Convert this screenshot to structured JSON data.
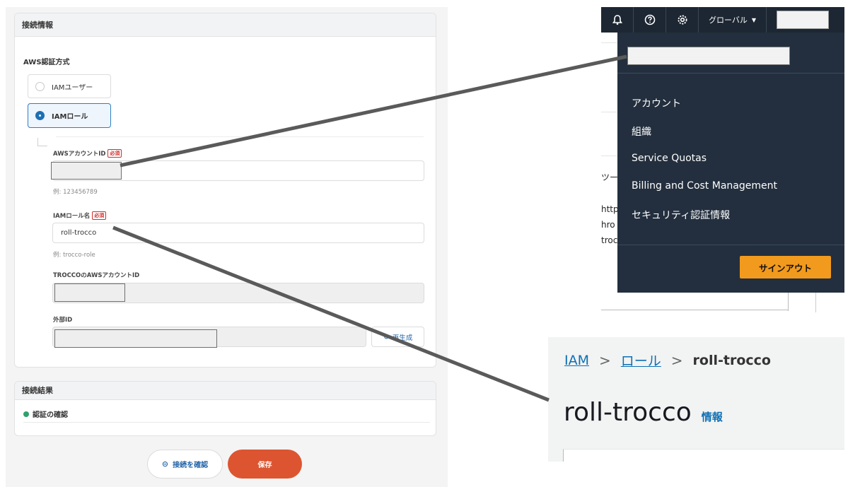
{
  "left": {
    "connection_header": "接続情報",
    "auth_method_label": "AWS認証方式",
    "auth_options": [
      {
        "label": "IAMユーザー",
        "selected": false
      },
      {
        "label": "IAMロール",
        "selected": true
      }
    ],
    "account_id": {
      "label": "AWSアカウントID",
      "required": "必須",
      "hint": "例: 123456789"
    },
    "role_name": {
      "label": "IAMロール名",
      "required": "必須",
      "value": "roll-trocco",
      "hint": "例: trocco-role"
    },
    "trocco_account_label": "TROCCOのAWSアカウントID",
    "external_id_label": "外部ID",
    "regenerate_label": "再生成",
    "result_header": "接続結果",
    "auth_check_label": "認証の確認",
    "confirm_button": "接続を確認",
    "save_button": "保存"
  },
  "aws_menu": {
    "region_label": "グローバル",
    "items": [
      "アカウント",
      "組織",
      "Service Quotas",
      "Billing and Cost Management",
      "セキュリティ認証情報"
    ],
    "signout_label": "サインアウト",
    "background_fragments": [
      "ツー",
      "http",
      "hro",
      "troc"
    ]
  },
  "iam": {
    "breadcrumb": [
      "IAM",
      "ロール",
      "roll-trocco"
    ],
    "title": "roll-trocco",
    "info_label": "情報"
  },
  "colors": {
    "accent_blue": "#2566a8",
    "save_orange": "#dc5530",
    "aws_navy": "#232f3e",
    "aws_orange": "#f29a1d",
    "success_green": "#2ea26a"
  }
}
